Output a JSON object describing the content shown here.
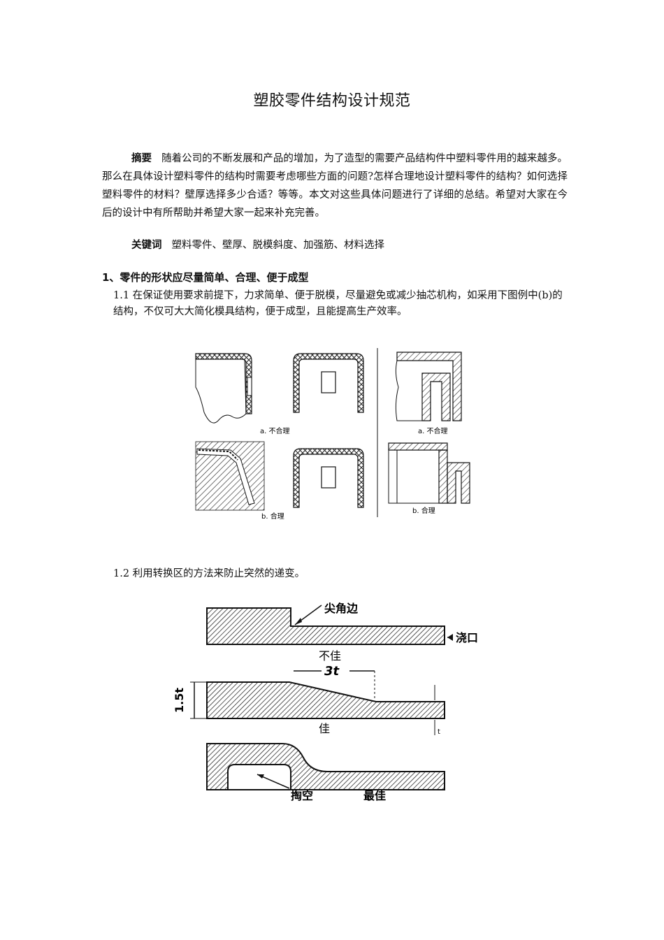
{
  "document": {
    "title": "塑胶零件结构设计规范",
    "abstract": {
      "label": "摘要",
      "text": "随着公司的不断发展和产品的增加，为了造型的需要产品结构件中塑料零件用的越来越多。那么在具体设计塑料零件的结构时需要考虑哪些方面的问题?怎样合理地设计塑料零件的结构？如何选择塑料零件的材料？壁厚选择多少合适？等等。本文对这些具体问题进行了详细的总结。希望对大家在今后的设计中有所帮助并希望大家一起来补充完善。"
    },
    "keywords": {
      "label": "关键词",
      "text": "塑料零件、壁厚、脱模斜度、加强筋、材料选择"
    },
    "section1": {
      "heading": "1、零件的形状应尽量简单、合理、便于成型",
      "item_1_1": "1.1 在保证使用要求前提下，力求简单、便于脱模，尽量避免或减少抽芯机构，如采用下图例中(b)的结构，不仅可大大简化模具结构，便于成型，且能提高生产效率。",
      "item_1_2": "1.2 利用转换区的方法来防止突然的递变。"
    },
    "figure1": {
      "label_a_left": "a. 不合理",
      "label_a_right": "a. 不合理",
      "label_b_left": "b. 合理",
      "label_b_right": "b. 合理"
    },
    "figure2": {
      "label_sharp_corner": "尖角边",
      "label_gate": "浇口",
      "label_bad": "不佳",
      "label_3t": "3t",
      "label_1_5t": "1.5t",
      "label_t": "t",
      "label_good": "佳",
      "label_hollow": "掏空",
      "label_best": "最佳"
    }
  }
}
